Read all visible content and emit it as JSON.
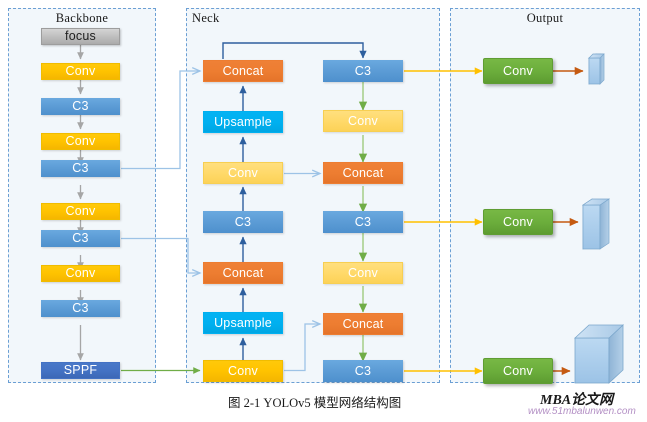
{
  "figure": {
    "caption": "图 2-1 YOLOv5 模型网络结构图",
    "watermark_main": "MBA论文网",
    "watermark_url": "www.51mbalunwen.com"
  },
  "colors": {
    "panel_bg": "#f2f7fb",
    "panel_border": "#6b9fd4",
    "conv": "#ffc300",
    "conv_light": "#ffd969",
    "c3": "#5b9bd5",
    "sppf": "#4472c4",
    "concat": "#ed7d31",
    "upsample": "#00b0f0",
    "focus": "#bdbdbd",
    "output_conv": "#6cae3c",
    "output_tensor": "#a8cdec",
    "arrow_gray": "#a6a6a6",
    "arrow_blue": "#2e5f9e",
    "arrow_lightblue": "#9dc3e6",
    "arrow_green": "#70ad47",
    "arrow_yellow": "#ffc000",
    "arrow_orange": "#c55a11"
  },
  "panels": [
    {
      "name": "backbone",
      "title": "Backbone"
    },
    {
      "name": "neck",
      "title": "Neck"
    },
    {
      "name": "output",
      "title": "Output"
    }
  ],
  "backbone": {
    "nodes": [
      {
        "label": "focus",
        "type": "focus"
      },
      {
        "label": "Conv",
        "type": "conv"
      },
      {
        "label": "C3",
        "type": "c3"
      },
      {
        "label": "Conv",
        "type": "conv"
      },
      {
        "label": "C3",
        "type": "c3"
      },
      {
        "label": "Conv",
        "type": "conv"
      },
      {
        "label": "C3",
        "type": "c3"
      },
      {
        "label": "Conv",
        "type": "conv"
      },
      {
        "label": "C3",
        "type": "c3"
      },
      {
        "label": "SPPF",
        "type": "sppf"
      }
    ]
  },
  "neck": {
    "left_column": [
      {
        "label": "Concat",
        "type": "concat"
      },
      {
        "label": "Upsample",
        "type": "upsample"
      },
      {
        "label": "Conv",
        "type": "conv_light"
      },
      {
        "label": "C3",
        "type": "c3"
      },
      {
        "label": "Concat",
        "type": "concat"
      },
      {
        "label": "Upsample",
        "type": "upsample"
      },
      {
        "label": "Conv",
        "type": "conv"
      }
    ],
    "right_column": [
      {
        "label": "C3",
        "type": "c3"
      },
      {
        "label": "Conv",
        "type": "conv_light"
      },
      {
        "label": "Concat",
        "type": "concat"
      },
      {
        "label": "C3",
        "type": "c3"
      },
      {
        "label": "Conv",
        "type": "conv_light"
      },
      {
        "label": "Concat",
        "type": "concat"
      },
      {
        "label": "C3",
        "type": "c3"
      }
    ]
  },
  "output": {
    "heads": [
      {
        "label": "Conv",
        "tensor_size": "small"
      },
      {
        "label": "Conv",
        "tensor_size": "medium"
      },
      {
        "label": "Conv",
        "tensor_size": "large"
      }
    ]
  }
}
